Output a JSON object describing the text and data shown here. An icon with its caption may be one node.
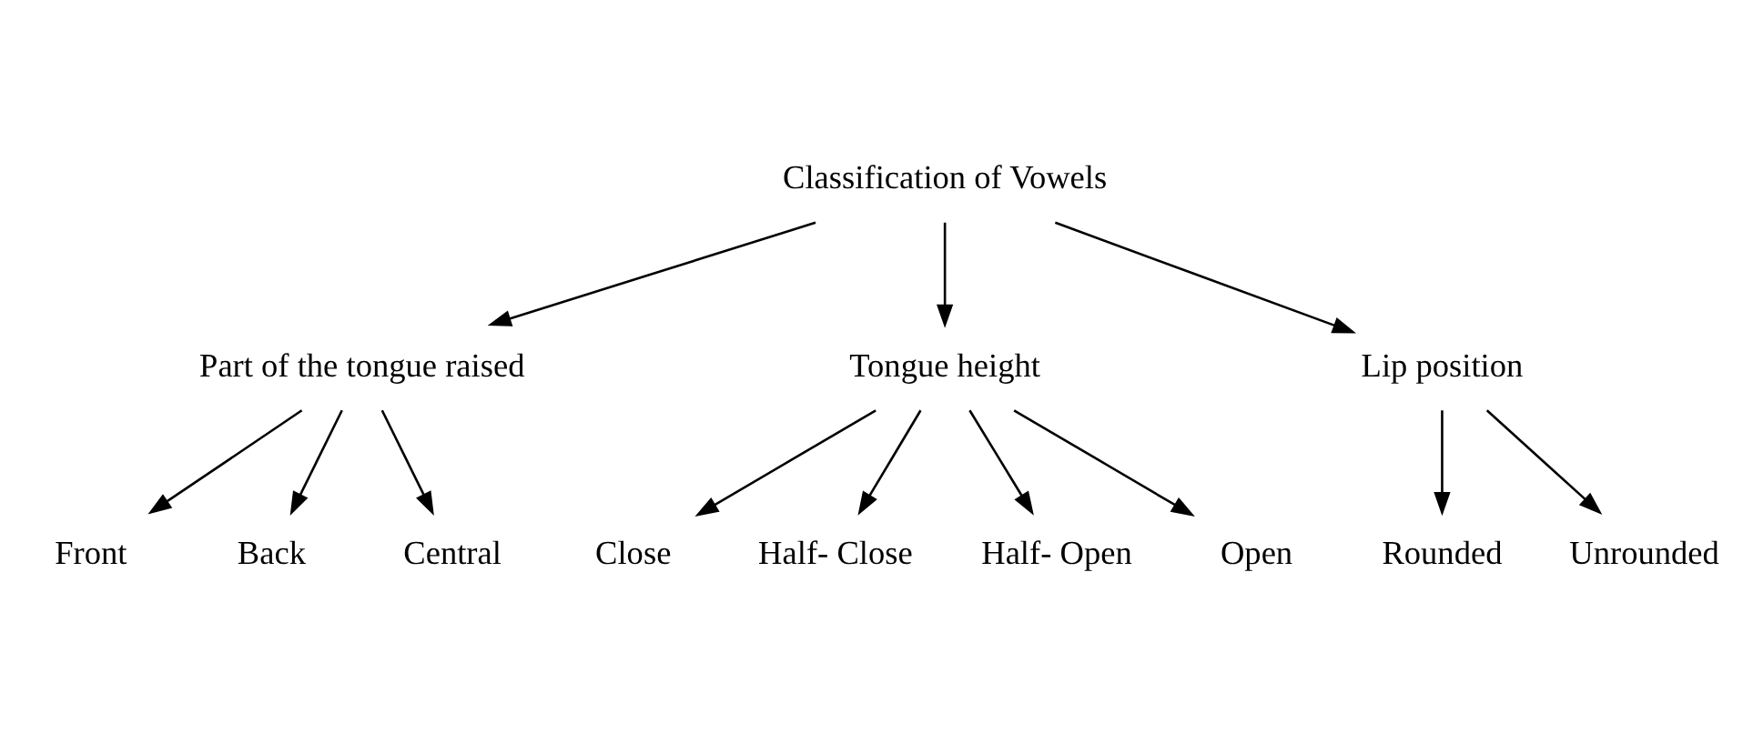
{
  "diagram": {
    "nodes": [
      {
        "text": [
          "Classification of Vowels"
        ]
      },
      {
        "text": [
          "Part of the tongue raised"
        ]
      },
      {
        "text": [
          "Tongue height"
        ]
      },
      {
        "text": [
          "Lip position"
        ]
      },
      {
        "text": [
          "Front"
        ]
      },
      {
        "text": [
          "Back"
        ]
      },
      {
        "text": [
          "Central"
        ]
      },
      {
        "text": [
          "Close"
        ]
      },
      {
        "text": [
          "Half- Close"
        ]
      },
      {
        "text": [
          "Half- Open"
        ]
      },
      {
        "text": [
          "Open"
        ]
      },
      {
        "text": [
          "Rounded"
        ]
      },
      {
        "text": [
          "Unrounded"
        ]
      }
    ],
    "edges": [
      {
        "from": 0,
        "to": 1,
        "arrow": "to"
      },
      {
        "from": 0,
        "to": 2,
        "arrow": "to"
      },
      {
        "from": 0,
        "to": 3,
        "arrow": "to"
      },
      {
        "from": 1,
        "to": 4,
        "arrow": "to"
      },
      {
        "from": 1,
        "to": 5,
        "arrow": "to"
      },
      {
        "from": 1,
        "to": 6,
        "arrow": "to"
      },
      {
        "from": 2,
        "to": 7,
        "arrow": "to"
      },
      {
        "from": 2,
        "to": 8,
        "arrow": "to"
      },
      {
        "from": 2,
        "to": 9,
        "arrow": "to"
      },
      {
        "from": 2,
        "to": 10,
        "arrow": "to"
      },
      {
        "from": 3,
        "to": 11,
        "arrow": "to"
      },
      {
        "from": 3,
        "to": 12,
        "arrow": "to"
      }
    ]
  }
}
